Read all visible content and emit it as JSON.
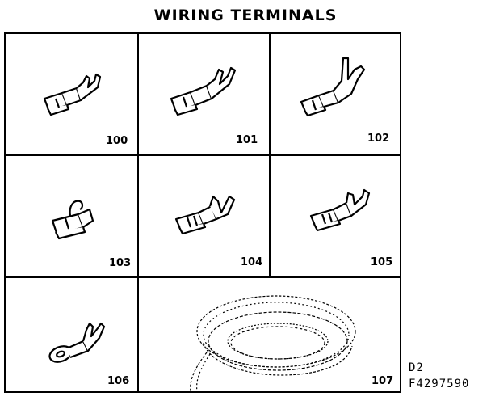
{
  "title": "WIRING TERMINALS",
  "parts": [
    {
      "number": "100",
      "icon": "tab-terminal-icon"
    },
    {
      "number": "101",
      "icon": "tab-terminal-icon"
    },
    {
      "number": "102",
      "icon": "tab-terminal-icon"
    },
    {
      "number": "103",
      "icon": "flag-terminal-icon"
    },
    {
      "number": "104",
      "icon": "double-crimp-terminal-icon"
    },
    {
      "number": "105",
      "icon": "double-crimp-terminal-icon"
    },
    {
      "number": "106",
      "icon": "ring-terminal-icon"
    },
    {
      "number": "107",
      "icon": "wire-coil-icon"
    }
  ],
  "codes": {
    "line1": "D2",
    "line2": "F4297590"
  }
}
